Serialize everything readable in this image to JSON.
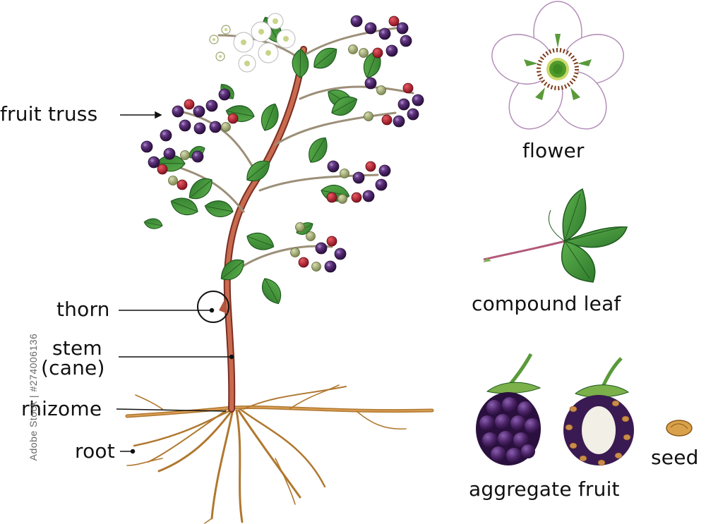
{
  "labels": {
    "fruit_truss": "fruit  truss",
    "thorn": "thorn",
    "stem": "stem",
    "cane": "(cane)",
    "rhizome": "rhizome",
    "root": "root",
    "flower": "flower",
    "compound_leaf": "compound leaf",
    "aggregate_fruit": "aggregate fruit",
    "seed": "seed"
  },
  "watermark": "Adobe Stock | #274006136",
  "colors": {
    "stem": "#b5573f",
    "stem_dark": "#7a2e22",
    "leaf": "#3f8f3a",
    "leaf_dark": "#1f5a1f",
    "berry_ripe": "#4b2366",
    "berry_red": "#b01e2a",
    "berry_green": "#9aa36a",
    "root": "#b07830",
    "flower_petal": "#ffffff",
    "flower_outline": "#b38fb8"
  }
}
